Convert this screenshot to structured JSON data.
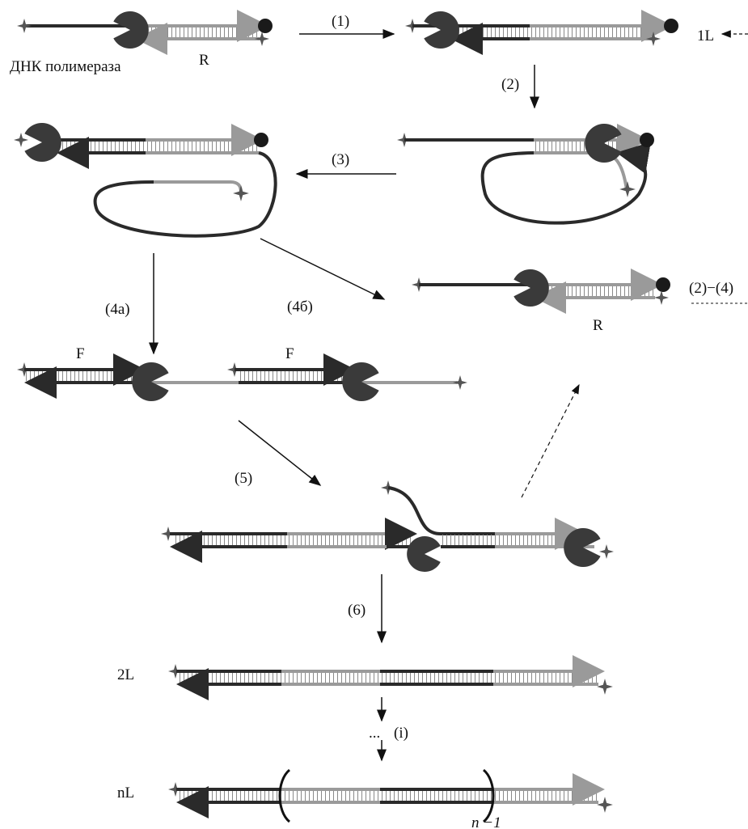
{
  "labels": {
    "polymerase": "ДНК полимераза",
    "r_top": "R",
    "r_mid": "R",
    "one_l": "1L",
    "two_l": "2L",
    "n_l": "nL",
    "f1": "F",
    "f2": "F",
    "n_minus_1": "n −1",
    "dots": "...",
    "range_2_4": "(2)−(4)"
  },
  "steps": {
    "s1": "(1)",
    "s2": "(2)",
    "s3": "(3)",
    "s4a": "(4a)",
    "s4b": "(4б)",
    "s5": "(5)",
    "s6": "(6)",
    "si": "(i)"
  },
  "colors": {
    "dark_strand": "#2a2a2a",
    "light_strand": "#9a9a9a",
    "enzyme": "#3a3a3a",
    "star": "#555555"
  }
}
